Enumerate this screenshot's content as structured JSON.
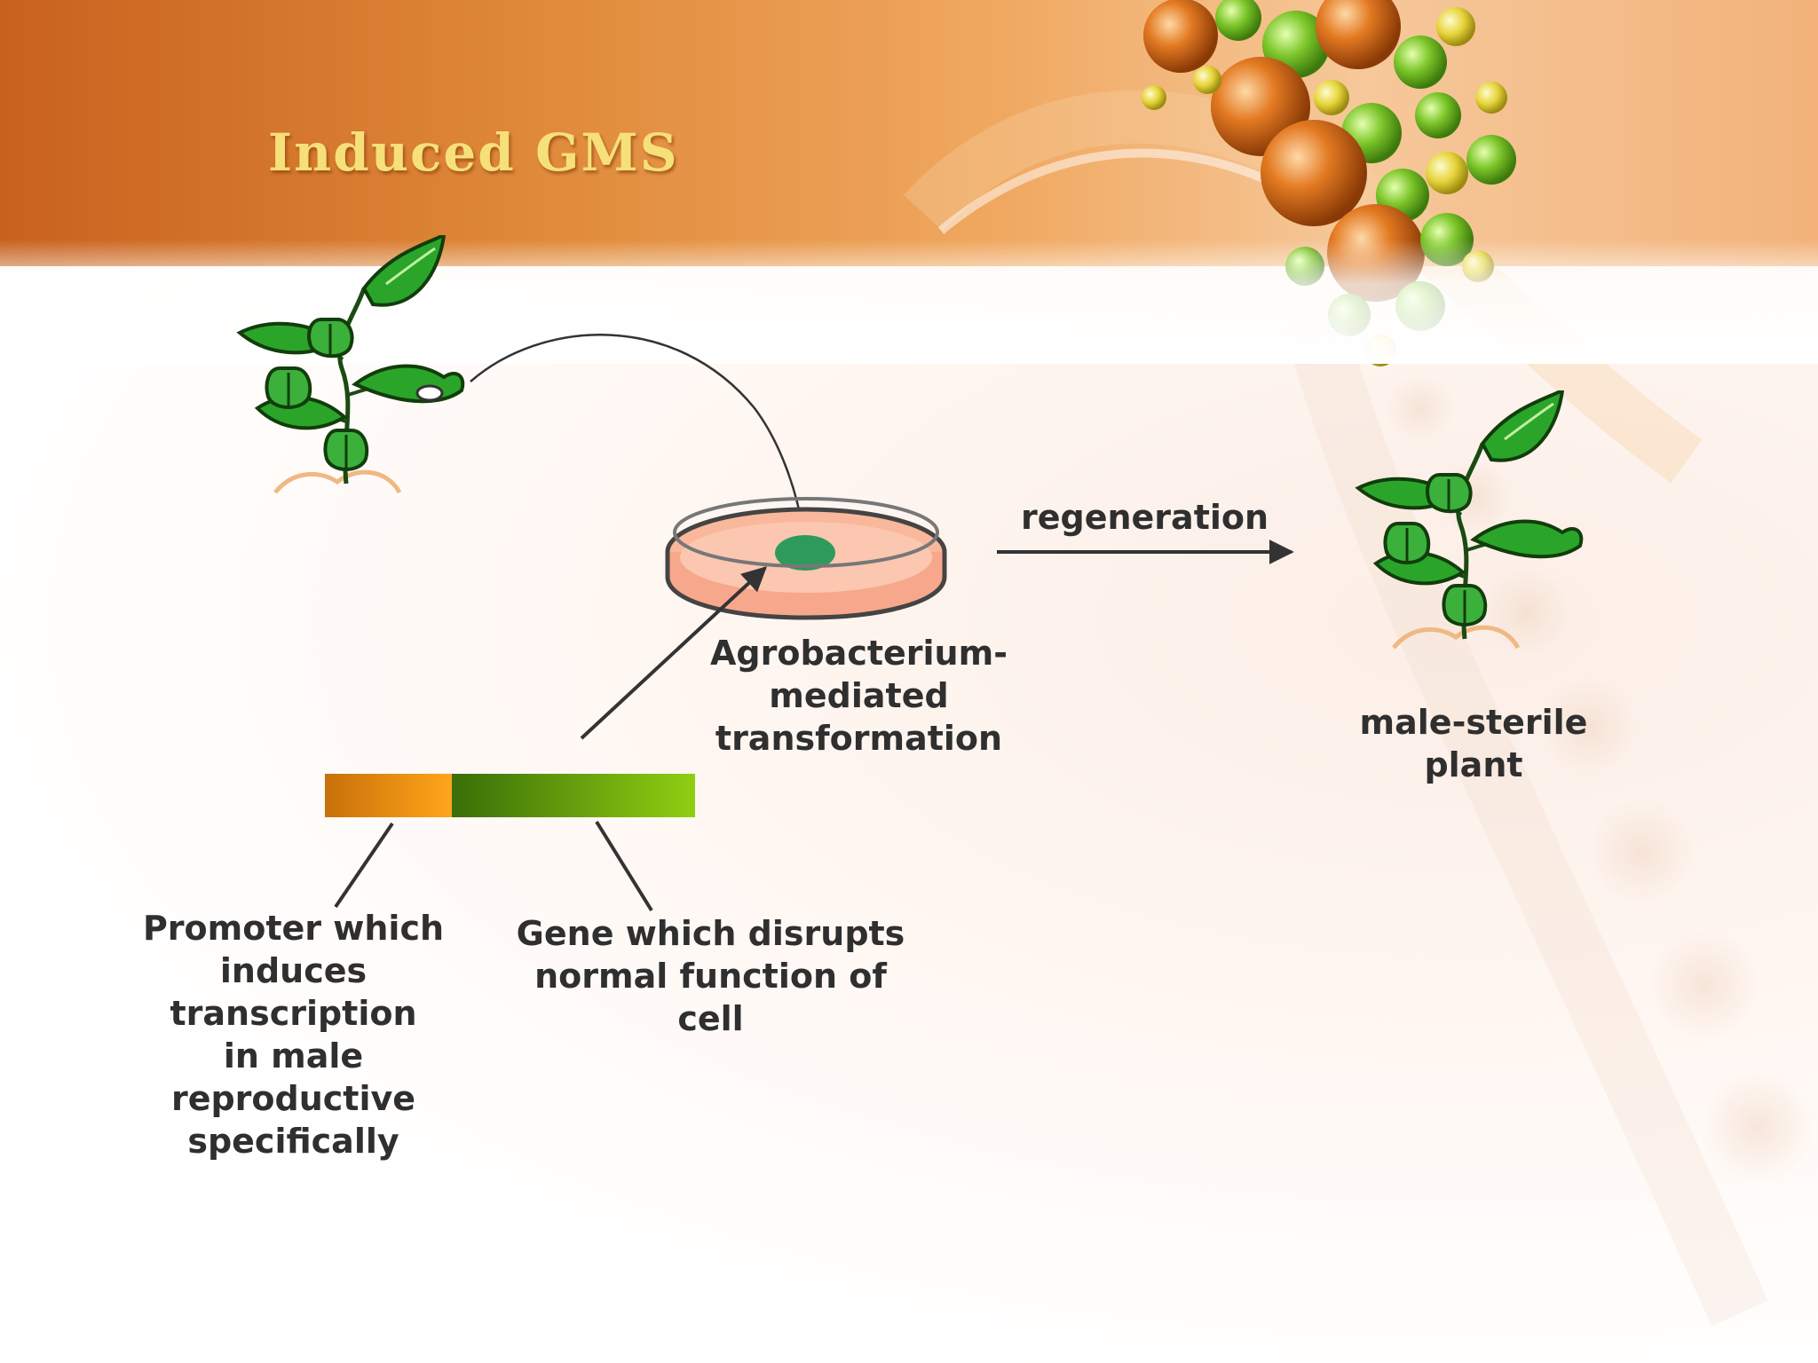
{
  "slide": {
    "title": "Induced GMS"
  },
  "diagram": {
    "process_label": [
      "Agrobacterium-",
      "mediated",
      "transformation"
    ],
    "regeneration_label": "regeneration",
    "result_label": [
      "male-sterile",
      "plant"
    ],
    "promoter_label": [
      "Promoter which",
      "induces transcription",
      "in male reproductive",
      "specifically"
    ],
    "gene_label": [
      "Gene which disrupts",
      "normal function of cell"
    ]
  },
  "colors": {
    "banner": "#d9772a",
    "title_text": "#f6e07a",
    "leaf_green": "#2aa52a",
    "petri_medium": "#f7a78c",
    "colony": "#2e9a5c",
    "promoter_segment": "#f39a18",
    "gene_segment": "#6fb014",
    "text": "#2f2f2f"
  },
  "icons": [
    "pepper-plant-icon",
    "petri-dish-icon",
    "pepper-plant-icon"
  ]
}
